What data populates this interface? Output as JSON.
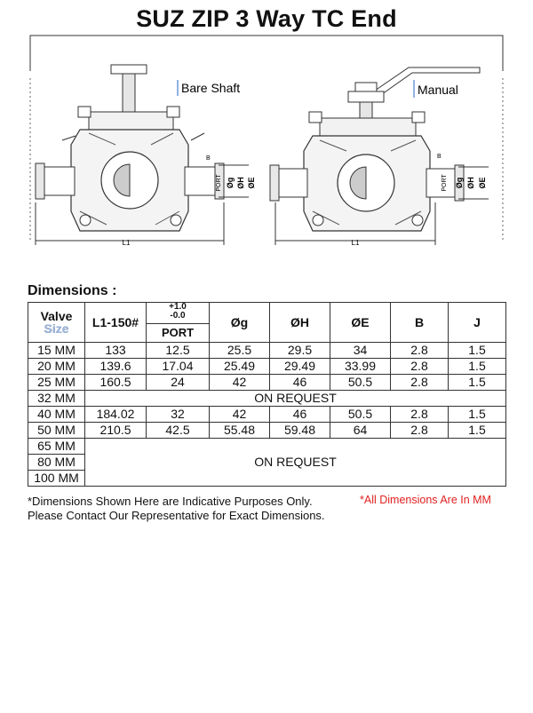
{
  "title": "SUZ ZIP 3 Way TC End",
  "drawing": {
    "left_label": "Bare Shaft",
    "right_label": "Manual",
    "dim_l1": "L1",
    "dim_b": "B",
    "dim_port": "PORT",
    "dim_g": "Øg",
    "dim_h": "ØH",
    "dim_e": "ØE"
  },
  "section_label": "Dimensions :",
  "table": {
    "headers": {
      "valve_size": "Valve Size",
      "valve_size_ghost": "Size",
      "l1": "L1-150#",
      "tol_plus": "+1.0",
      "tol_minus": "-0.0",
      "port": "PORT",
      "g": "Øg",
      "h": "ØH",
      "e": "ØE",
      "b": "B",
      "j": "J"
    },
    "rows": [
      {
        "size": "15 MM",
        "l1": "133",
        "port": "12.5",
        "g": "25.5",
        "h": "29.5",
        "e": "34",
        "b": "2.8",
        "j": "1.5"
      },
      {
        "size": "20 MM",
        "l1": "139.6",
        "port": "17.04",
        "g": "25.49",
        "h": "29.49",
        "e": "33.99",
        "b": "2.8",
        "j": "1.5"
      },
      {
        "size": "25 MM",
        "l1": "160.5",
        "port": "24",
        "g": "42",
        "h": "46",
        "e": "50.5",
        "b": "2.8",
        "j": "1.5"
      },
      {
        "size": "32 MM",
        "request": "ON REQUEST"
      },
      {
        "size": "40 MM",
        "l1": "184.02",
        "port": "32",
        "g": "42",
        "h": "46",
        "e": "50.5",
        "b": "2.8",
        "j": "1.5"
      },
      {
        "size": "50 MM",
        "l1": "210.5",
        "port": "42.5",
        "g": "55.48",
        "h": "59.48",
        "e": "64",
        "b": "2.8",
        "j": "1.5"
      }
    ],
    "request_rows": [
      "65 MM",
      "80 MM",
      "100 MM"
    ],
    "request_text": "ON REQUEST"
  },
  "notes": {
    "line1": "*Dimensions Shown Here are Indicative Purposes Only.",
    "line2": "Please Contact Our Representative for Exact Dimensions.",
    "red": "*All Dimensions Are In MM"
  }
}
